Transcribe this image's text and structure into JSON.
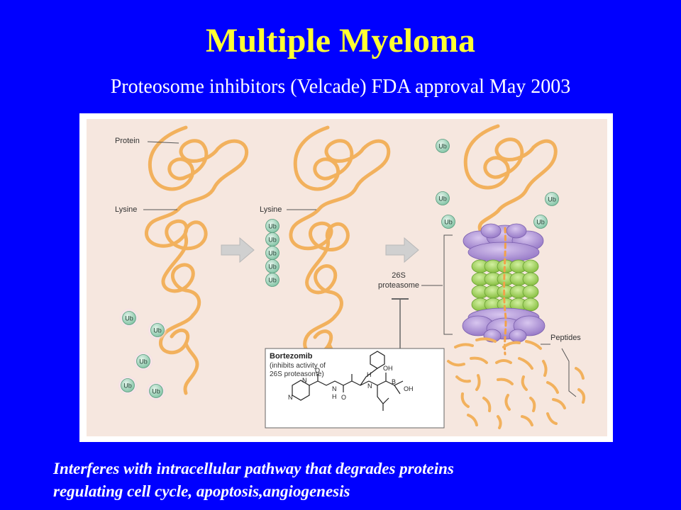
{
  "slide": {
    "title": "Multiple Myeloma",
    "subtitle": "Proteosome inhibitors (Velcade) FDA approval May 2003"
  },
  "figure": {
    "labels": {
      "protein": "Protein",
      "lysine_left": "Lysine",
      "lysine_middle": "Lysine",
      "proteasome_line1": "26S",
      "proteasome_line2": "proteasome",
      "peptides": "Peptides"
    },
    "ubiquitin_label": "Ub",
    "drug_box": {
      "name": "Bortezomib",
      "description_line1": "(inhibits activity of",
      "description_line2": "26S proteasome)"
    },
    "molecule_atoms": {
      "n": "N",
      "o": "O",
      "h": "H",
      "b": "B",
      "oh": "OH"
    },
    "colors": {
      "protein": "#f2b15d",
      "ubiquitin": "#9ed2b9",
      "proteasome_cap": "#b69ad6",
      "proteasome_core": "#a4d65c",
      "background_panel": "#f6e7df",
      "arrow": "#c8c8c8"
    }
  },
  "footer": {
    "line1": "Interferes with intracellular pathway  that degrades proteins",
    "line2": "regulating cell cycle, apoptosis,angiogenesis"
  }
}
